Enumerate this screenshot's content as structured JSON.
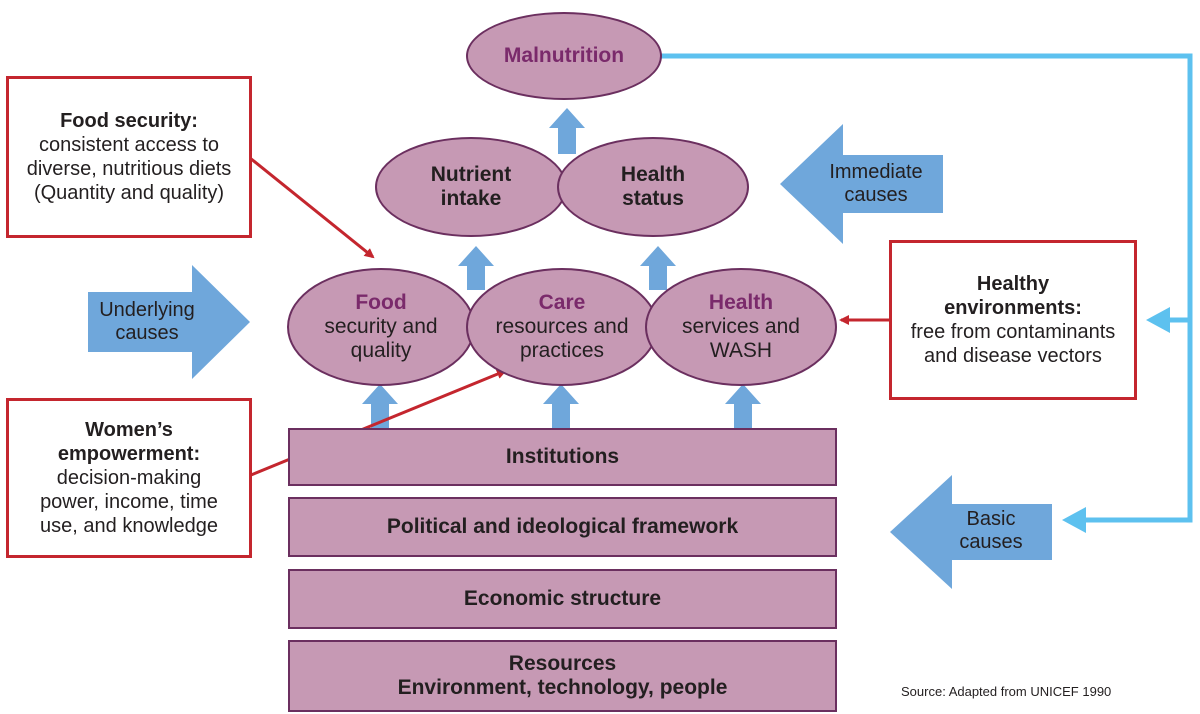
{
  "immediate": {
    "malnutrition": "Malnutrition",
    "nutrient_intake": [
      "Nutrient",
      "intake"
    ],
    "health_status": [
      "Health",
      "status"
    ]
  },
  "underlying": {
    "food": {
      "title": "Food",
      "lines": [
        "security and",
        "quality"
      ]
    },
    "care": {
      "title": "Care",
      "lines": [
        "resources and",
        "practices"
      ]
    },
    "health": {
      "title": "Health",
      "lines": [
        "services and",
        "WASH"
      ]
    }
  },
  "basic": {
    "institutions": "Institutions",
    "political": "Political and ideological framework",
    "economic": "Economic structure",
    "resources": [
      "Resources",
      "Environment, technology, people"
    ]
  },
  "callouts": {
    "food_security": {
      "title": "Food security:",
      "lines": [
        "consistent access to",
        "diverse, nutritious diets",
        "(Quantity and quality)"
      ]
    },
    "womens_empowerment": {
      "title": [
        "Women’s",
        "empowerment:"
      ],
      "lines": [
        "decision-making",
        "power, income, time",
        "use, and knowledge"
      ]
    },
    "healthy_env": {
      "title": [
        "Healthy",
        "environments:"
      ],
      "lines": [
        "free from contaminants",
        "and disease vectors"
      ]
    }
  },
  "cause_labels": {
    "underlying": [
      "Underlying",
      "causes"
    ],
    "immediate": [
      "Immediate",
      "causes"
    ],
    "basic": [
      "Basic",
      "causes"
    ]
  },
  "source": "Source: Adapted from UNICEF 1990",
  "colors": {
    "ellipse_fill": "#c699b4",
    "ellipse_border": "#6b2f5f",
    "heading_purple": "#7a2a6b",
    "blue_arrow": "#6fa7db",
    "light_blue_line": "#5dc1ef",
    "red": "#c4262e"
  }
}
